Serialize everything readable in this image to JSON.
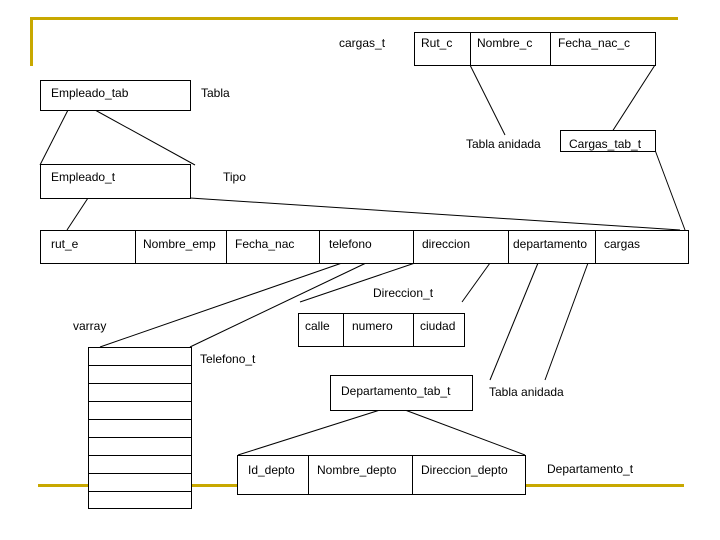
{
  "diagram": {
    "cargas_t": {
      "label": "cargas_t",
      "fields": [
        "Rut_c",
        "Nombre_c",
        "Fecha_nac_c"
      ]
    },
    "empleado_tab": {
      "label": "Empleado_tab",
      "annotation": "Tabla"
    },
    "tabla_anidada_top": "Tabla anidada",
    "cargas_tab_t": "Cargas_tab_t",
    "empleado_t": {
      "label": "Empleado_t",
      "annotation": "Tipo"
    },
    "empleado_fields": [
      "rut_e",
      "Nombre_emp",
      "Fecha_nac",
      "telefono",
      "direccion",
      "departamento",
      "cargas"
    ],
    "direccion_t": {
      "label": "Direccion_t",
      "fields": [
        "calle",
        "numero",
        "ciudad"
      ]
    },
    "varray": "varray",
    "telefono_t": "Telefono_t",
    "departamento_tab_t": "Departamento_tab_t",
    "tabla_anidada_bottom": "Tabla anidada",
    "departamento_t": {
      "label": "Departamento_t",
      "fields": [
        "Id_depto",
        "Nombre_depto",
        "Direccion_depto"
      ]
    }
  },
  "colors": {
    "accent_bar": "#c8a800",
    "line": "#000000"
  }
}
